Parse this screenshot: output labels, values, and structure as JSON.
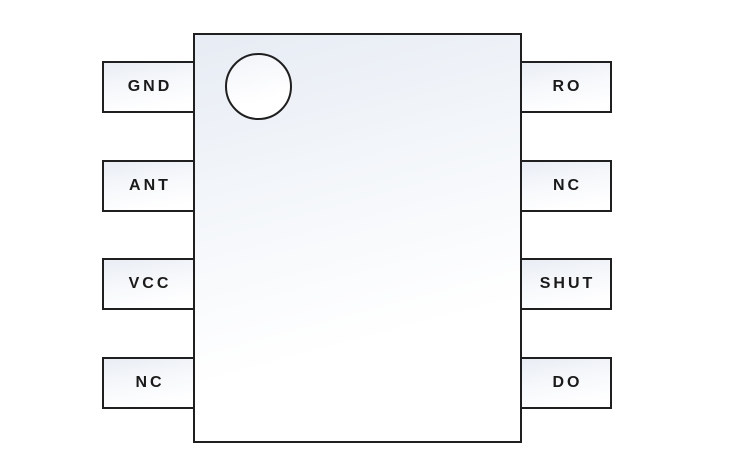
{
  "pins": {
    "left": [
      {
        "label": "GND"
      },
      {
        "label": "ANT"
      },
      {
        "label": "VCC"
      },
      {
        "label": "NC"
      }
    ],
    "right": [
      {
        "label": "RO"
      },
      {
        "label": "NC"
      },
      {
        "label": "SHUT"
      },
      {
        "label": "DO"
      }
    ]
  },
  "icons": {
    "pin1_indicator": "circle"
  },
  "colors": {
    "outline": "#1f1f1f",
    "fill_top": "#e8ecf4",
    "fill_bottom": "#ffffff",
    "label_text": "#1a1a1a",
    "background": "#ffffff"
  }
}
